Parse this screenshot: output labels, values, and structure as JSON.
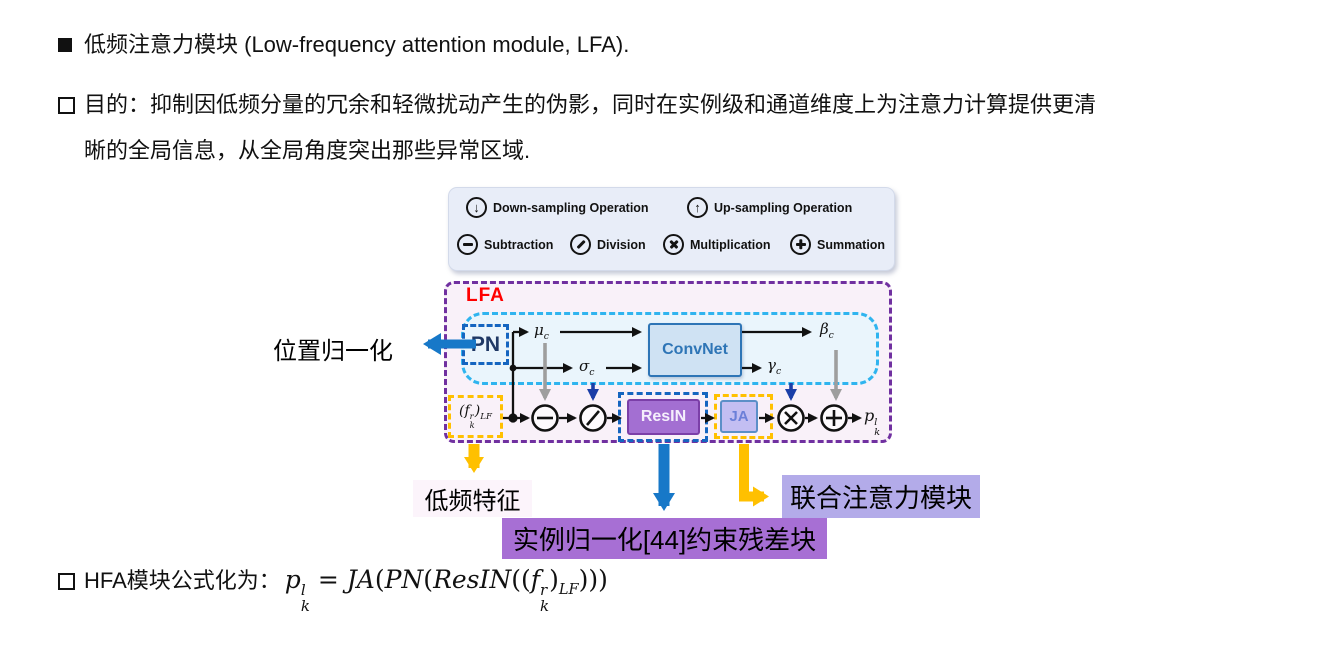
{
  "colors": {
    "outer_border_purple": "#7030a0",
    "inner_border_cyan": "#2fb4ef",
    "highlight_yellow": "#ffc000",
    "thick_arrow_blue": "#1778c8",
    "small_arrow_navy": "#1b3ea8",
    "small_arrow_gray": "#9e9e9e",
    "lfa_title_red": "#ff0000",
    "pn_text_navy": "#1f3864",
    "pn_border_blue": "#1565c0",
    "convnet_fill": "#cfe2f3",
    "convnet_border": "#2e75b6",
    "resin_fill": "#a36fd2",
    "ja_fill": "#c3bef2",
    "legend_bg": "#e8edf8",
    "outer_bg": "#f9f1f9",
    "inner_bg": "#eaf5fc",
    "label_purple_bg": "#a76fd4",
    "label_lavender_bg": "#b3abe9",
    "label_pink_bg": "#fcf4fb"
  },
  "bullets": {
    "b1_marker": "■",
    "b1_text": "低频注意力模块 (Low-frequency attention module, LFA).",
    "b2_line1": "目的：抑制因低频分量的冗余和轻微扰动产生的伪影，同时在实例级和通道维度上为注意力计算提供更清",
    "b2_line2": "晰的全局信息，从全局角度突出那些异常区域.",
    "b3_lead": "HFA模块公式化为："
  },
  "legend": {
    "items": [
      {
        "label": "Down-sampling Operation"
      },
      {
        "label": "Up-sampling Operation"
      },
      {
        "label": "Subtraction"
      },
      {
        "label": "Division"
      },
      {
        "label": "Multiplication"
      },
      {
        "label": "Summation"
      }
    ],
    "glyphs": {
      "down": "↓",
      "up": "↑"
    }
  },
  "diagram": {
    "title": "LFA",
    "blocks": {
      "pn": "PN",
      "convnet": "ConvNet",
      "resin": "ResIN",
      "ja": "JA"
    },
    "math": {
      "mu": "μ",
      "sigma": "σ",
      "beta": "β",
      "gamma": "γ",
      "chan_sub": "c",
      "open": "(",
      "close": ")",
      "f": "f",
      "f_sup": "r",
      "f_sub": "k",
      "lf_sub": "LF",
      "p": "p",
      "p_sup": "l",
      "p_sub": "k"
    },
    "annotations": {
      "pn": "位置归一化",
      "input": "低频特征",
      "resin": "实例归一化[44]约束残差块",
      "ja": "联合注意力模块"
    }
  },
  "formula": {
    "p": "p",
    "p_sup": "l",
    "p_sub": "k",
    "eq": " = ",
    "ja": "JA",
    "open1": "(",
    "pn": "PN",
    "open2": "(",
    "resin": "ResIN",
    "open3": "((",
    "f": "f",
    "f_sup": "r",
    "f_sub": "k",
    "close1": ")",
    "lf": "LF",
    "close2": ")))"
  }
}
